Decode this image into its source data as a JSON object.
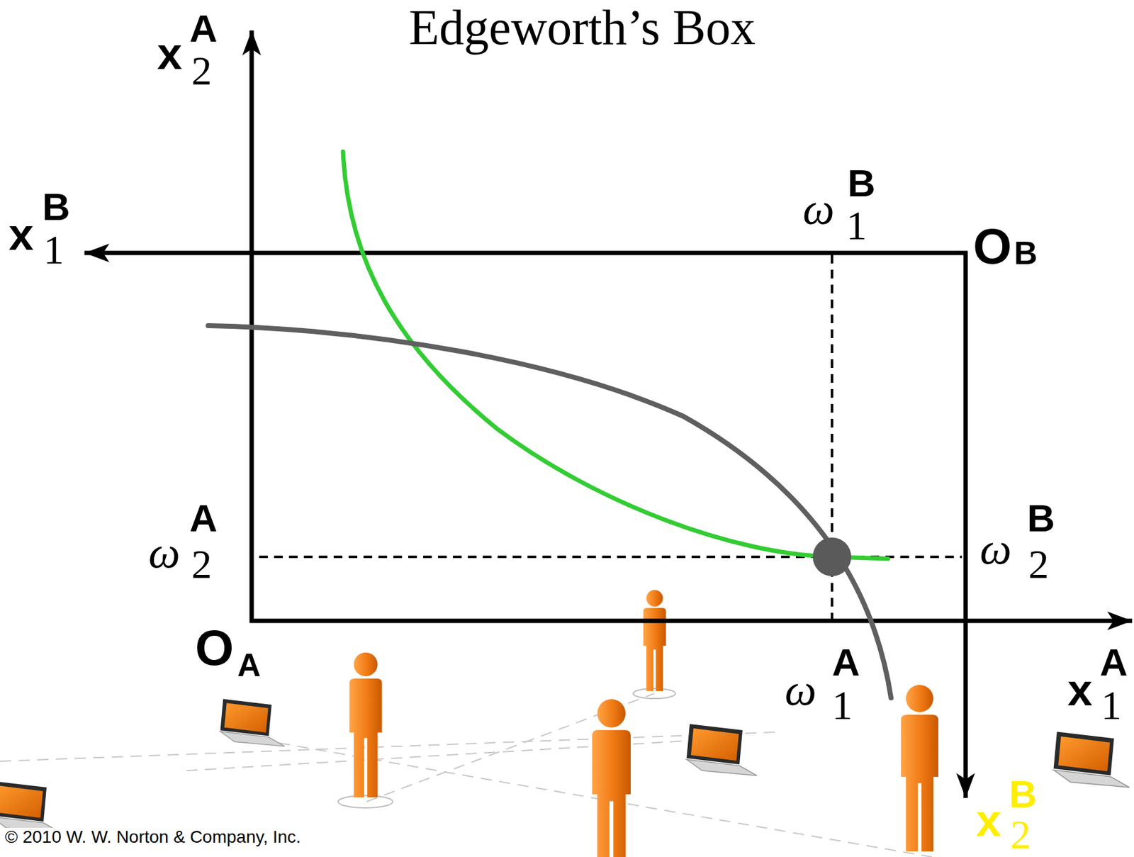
{
  "diagram": {
    "title": "Edgeworth’s Box",
    "labels": [
      "x",
      "A",
      "2",
      "x",
      "B",
      "1",
      "ω",
      "B",
      "1",
      "O",
      "B",
      "ω",
      "A",
      "2",
      "ω",
      "B",
      "2",
      "O",
      "A",
      "ω",
      "A",
      "1",
      "x",
      "A",
      "1",
      "x",
      "B",
      "2",
      "© 2010 W. W. Norton & Company, Inc."
    ]
  }
}
